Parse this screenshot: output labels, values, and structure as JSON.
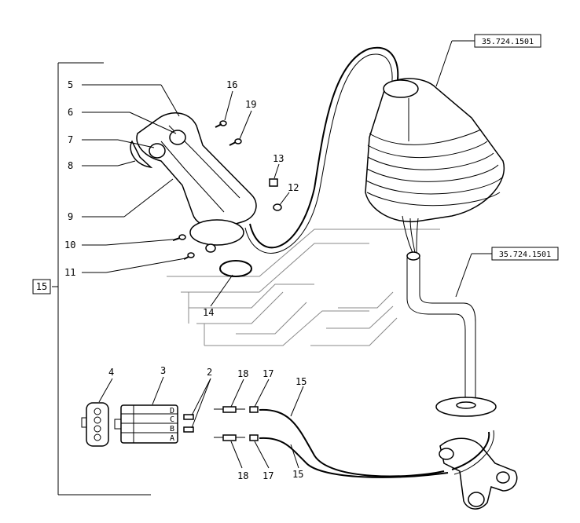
{
  "references": {
    "top": "35.724.1501",
    "middle": "35.724.1501"
  },
  "group_label": "15",
  "labels": {
    "l5": "5",
    "l6": "6",
    "l7": "7",
    "l8": "8",
    "l9": "9",
    "l10": "10",
    "l11": "11",
    "l12": "12",
    "l13": "13",
    "l14": "14",
    "l16": "16",
    "l19": "19",
    "l4": "4",
    "l3": "3",
    "l2": "2",
    "l18a": "18",
    "l17a": "17",
    "l15a": "15",
    "l18b": "18",
    "l17b": "17",
    "l15b": "15"
  },
  "connector_pins": {
    "d": "D",
    "c": "C",
    "b": "B",
    "a": "A"
  }
}
